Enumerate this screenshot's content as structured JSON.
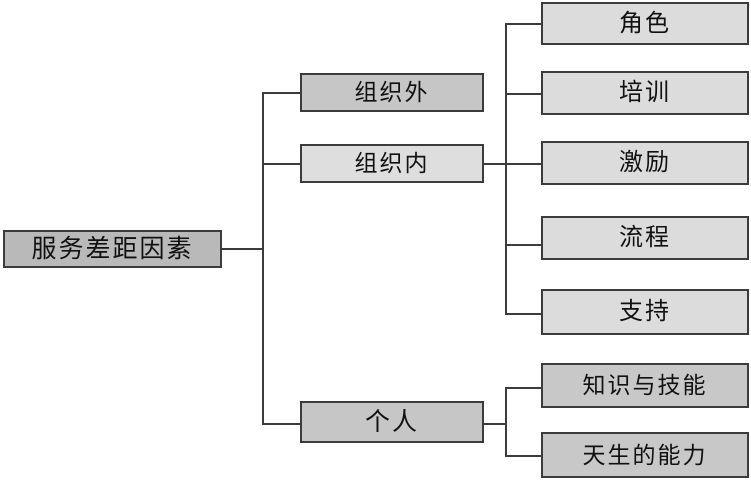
{
  "diagram": {
    "title": "服务差距因素",
    "type": "tree",
    "orientation": "left-to-right",
    "colors": {
      "root_fill": "#b9b9b9",
      "branch_dark_fill": "#c6c6c6",
      "branch_light_fill": "#dedede",
      "leaf_fill": "#dcdcdc",
      "leaf_alt_fill": "#c8c8c8",
      "border": "#3c3c3c",
      "connector": "#3c3c3c",
      "background": "#ffffff",
      "text": "#111111"
    },
    "root": {
      "id": "root",
      "label": "服务差距因素"
    },
    "branches": [
      {
        "id": "branch-organization-external",
        "label": "组织外",
        "children": []
      },
      {
        "id": "branch-organization-internal",
        "label": "组织内",
        "children": [
          {
            "id": "leaf-role",
            "label": "角色"
          },
          {
            "id": "leaf-training",
            "label": "培训"
          },
          {
            "id": "leaf-incentive",
            "label": "激励"
          },
          {
            "id": "leaf-process",
            "label": "流程"
          },
          {
            "id": "leaf-support",
            "label": "支持"
          }
        ]
      },
      {
        "id": "branch-individual",
        "label": "个人",
        "children": [
          {
            "id": "leaf-knowledge-and-skills",
            "label": "知识与技能"
          },
          {
            "id": "leaf-innate-ability",
            "label": "天生的能力"
          }
        ]
      }
    ]
  }
}
